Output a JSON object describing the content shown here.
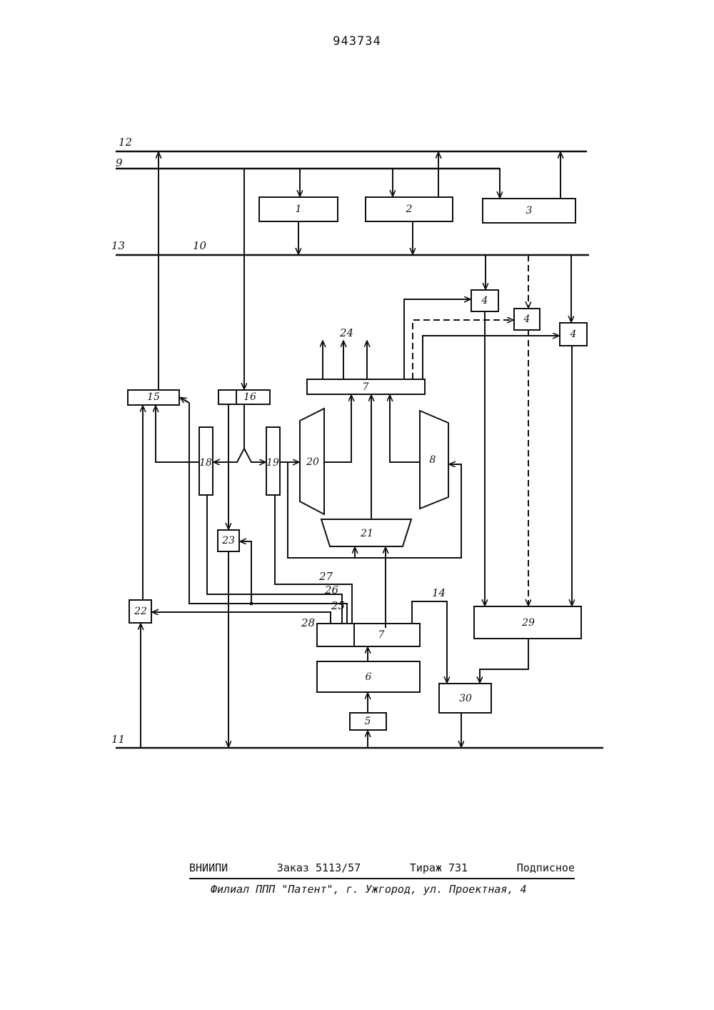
{
  "document": {
    "number": "943734"
  },
  "bus_labels": {
    "b12": "12",
    "b9": "9",
    "b13": "13",
    "b10": "10",
    "b11": "11",
    "b14": "14",
    "b24": "24"
  },
  "blocks": {
    "b1": "1",
    "b2": "2",
    "b3": "3",
    "b4a": "4",
    "b4b": "4",
    "b4c": "4",
    "b5": "5",
    "b6": "6",
    "b7top": "7",
    "b7bot": "7",
    "b8": "8",
    "b15": "15",
    "b16": "16",
    "b18": "18",
    "b19": "19",
    "b20": "20",
    "b21": "21",
    "b22": "22",
    "b23": "23",
    "b29": "29",
    "b30": "30"
  },
  "wire_labels": {
    "w25": "25",
    "w26": "26",
    "w27": "27",
    "w28": "28"
  },
  "footer": {
    "org": "ВНИИПИ",
    "order": "Заказ 5113/57",
    "print_run": "Тираж 731",
    "subscription": "Подписное",
    "address": "Филиал ППП \"Патент\", г. Ужгород, ул. Проектная, 4"
  }
}
